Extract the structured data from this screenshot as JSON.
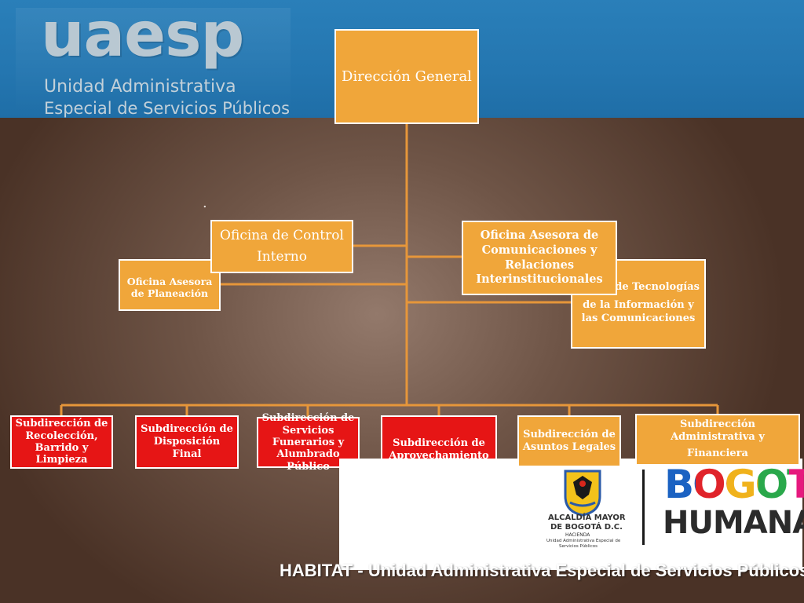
{
  "brand": {
    "acronym": "uaesp",
    "line1": "Unidad Administrativa",
    "line2": "Especial de Servicios Públicos"
  },
  "stray_mark": ".",
  "org_chart": {
    "director": "Dirección General",
    "control_interno_line1": "Oficina de Control",
    "control_interno_line2": "Interno",
    "planeacion": "Oficina Asesora de Planeación",
    "comunicaciones": "Oficina Asesora de Comunicaciones y Relaciones Interinstitucionales",
    "tic_partial": "de Tecnologías",
    "tic_rest": "de la Información y las Comunicaciones",
    "subdirections": [
      "Subdirección de Recolección, Barrido y Limpieza",
      "Subdirección de Disposición Final",
      "Subdirección de Servicios Funerarios y Alumbrado Público",
      "Subdirección de Aprovechamiento",
      "Subdirección de Asuntos Legales",
      "Subdirección Administrativa y",
      "Financiera"
    ]
  },
  "alcaldia": {
    "line1": "ALCALDÍA MAYOR",
    "line2": "DE BOGOTÁ D.C.",
    "line3": "HACIENDA",
    "line4": "Unidad Administrativa Especial de",
    "line5": "Servicios Públicos"
  },
  "bogota_logo": {
    "word": "BOGOTÁ",
    "tagline": "HUMANA"
  },
  "footer": "HABITAT - Unidad Administrativa Especial de Servicios Públicos",
  "colors": {
    "banner_blue": "#2476b0",
    "box_orange": "#f0a63a",
    "box_red": "#e61515",
    "connector": "#e6963a"
  }
}
